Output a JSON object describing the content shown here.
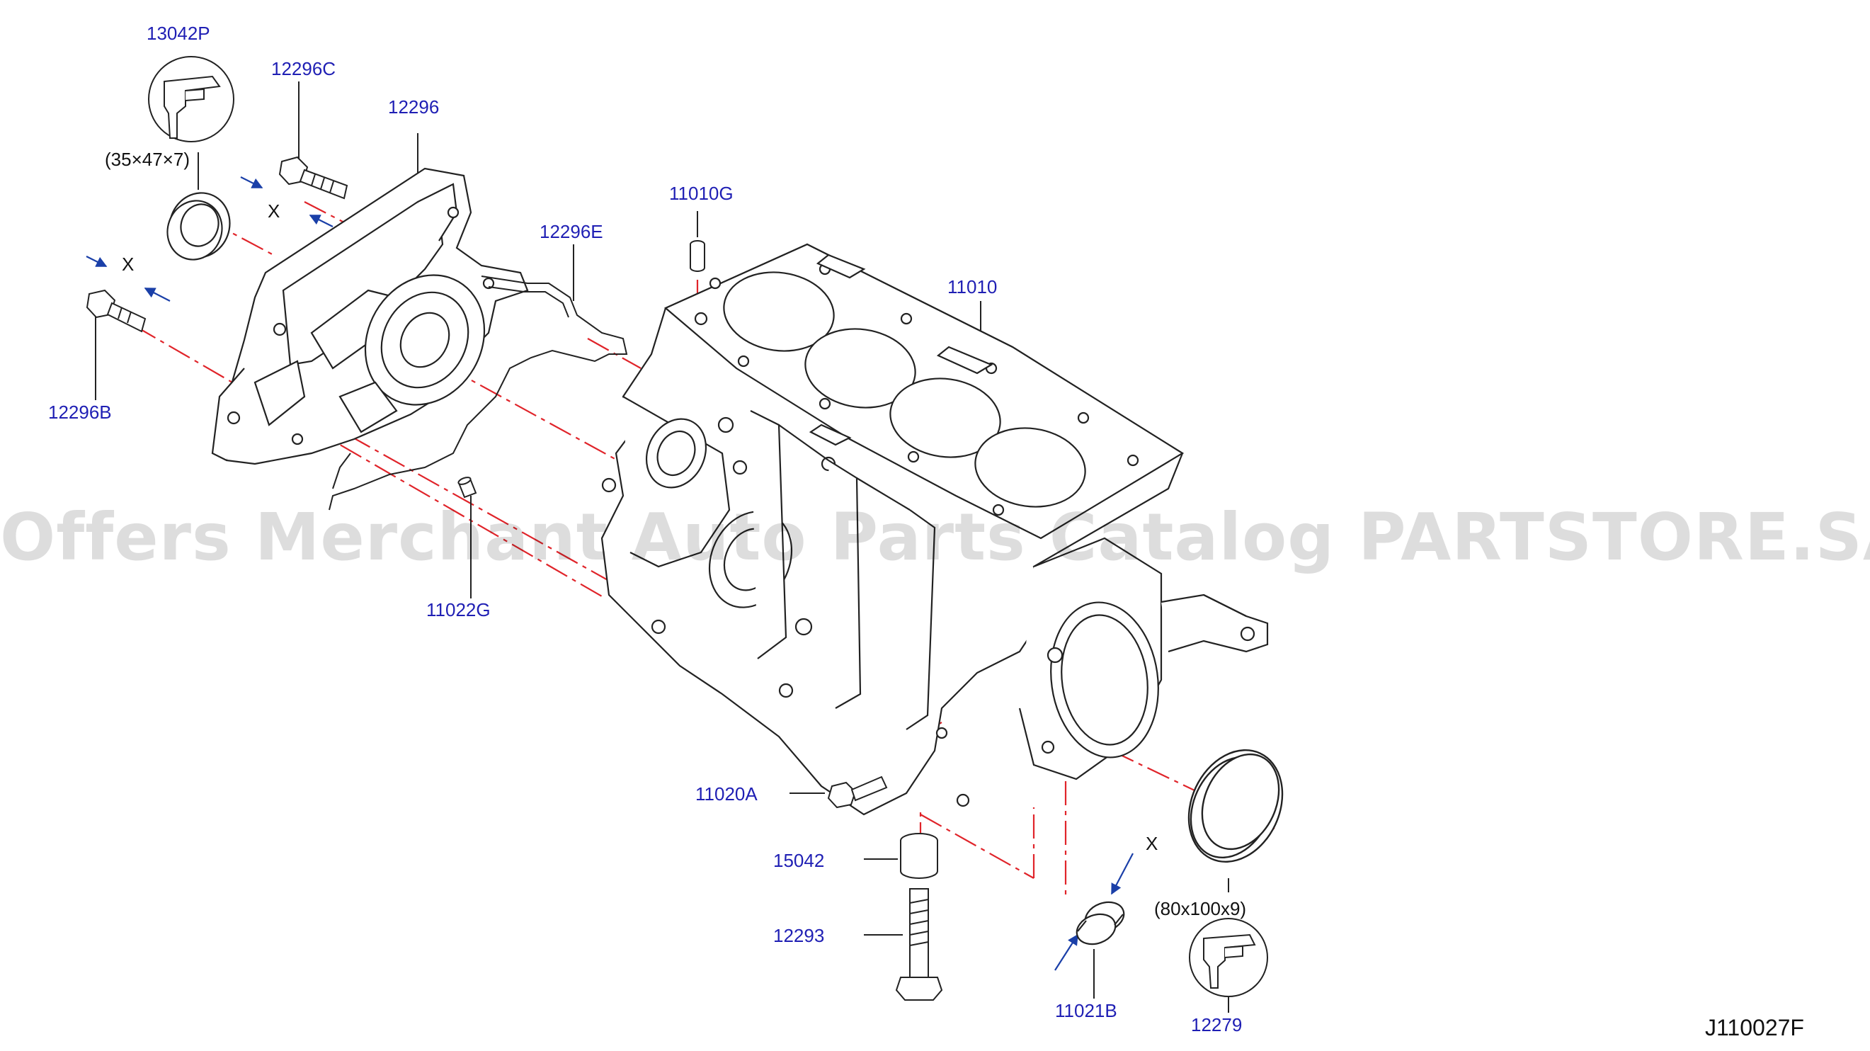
{
  "diagram": {
    "code": "J110027F",
    "watermark": "Offers Merchant Auto Parts Catalog PARTSTORE.SA",
    "colors": {
      "label": "#1f1fb4",
      "line": "#222222",
      "centerline": "#e0242a",
      "arrow": "#1a3fa8"
    },
    "parts": [
      {
        "id": "p13042P",
        "text": "13042P"
      },
      {
        "id": "p12296C",
        "text": "12296C"
      },
      {
        "id": "p12296",
        "text": "12296"
      },
      {
        "id": "p12296B",
        "text": "12296B"
      },
      {
        "id": "p12296E",
        "text": "12296E"
      },
      {
        "id": "p11010G",
        "text": "11010G"
      },
      {
        "id": "p11010",
        "text": "11010"
      },
      {
        "id": "p11022G",
        "text": "11022G"
      },
      {
        "id": "p11020A",
        "text": "11020A"
      },
      {
        "id": "p15042",
        "text": "15042"
      },
      {
        "id": "p12293",
        "text": "12293"
      },
      {
        "id": "p11021B",
        "text": "11021B"
      },
      {
        "id": "p12279",
        "text": "12279"
      }
    ],
    "dimensions": {
      "front_seal": "(35×47×7)",
      "rear_seal": "(80x100x9)"
    },
    "x_marks": [
      "X",
      "X",
      "X"
    ]
  }
}
